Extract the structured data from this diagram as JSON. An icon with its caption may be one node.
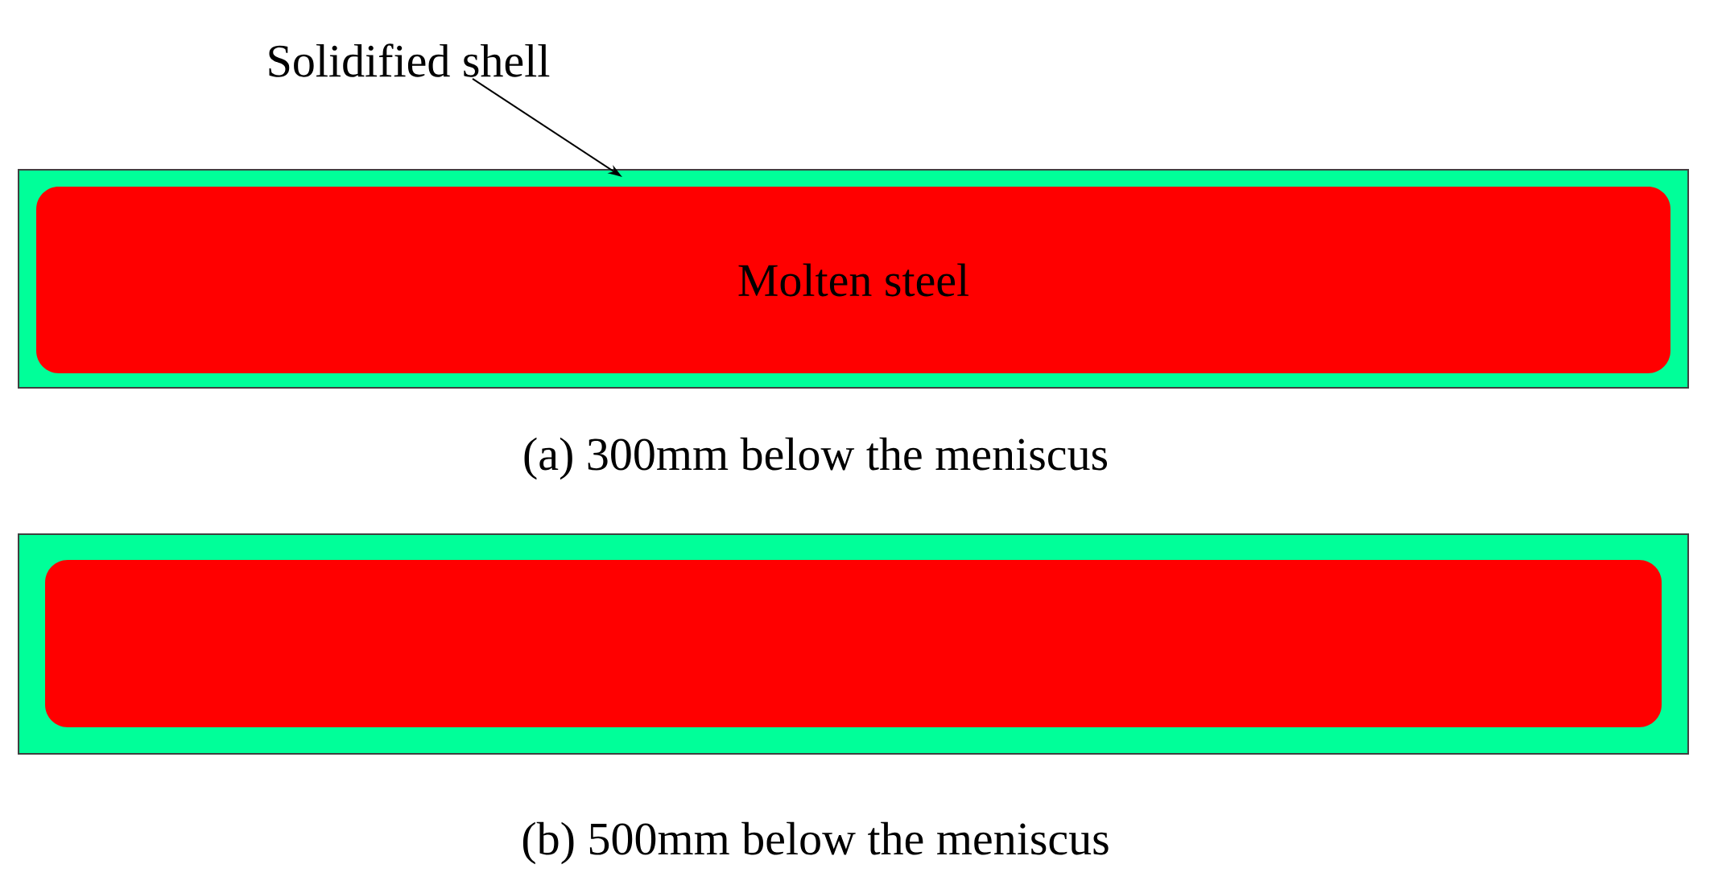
{
  "diagram": {
    "nodes": [
      {
        "text": [
          "Solidified shell"
        ]
      },
      {
        "text": [],
        "shape": "box"
      },
      {
        "text": [
          "Molten steel"
        ],
        "in": 1
      },
      {
        "text": [],
        "shape": "box"
      },
      {
        "text": [],
        "shape": "box",
        "in": 3
      }
    ],
    "edges": [
      {
        "from": 0,
        "to": 1,
        "arrow": "to"
      }
    ],
    "labels": [
      "(a) 300mm below the meniscus",
      "(b) 500mm below the meniscus"
    ]
  }
}
